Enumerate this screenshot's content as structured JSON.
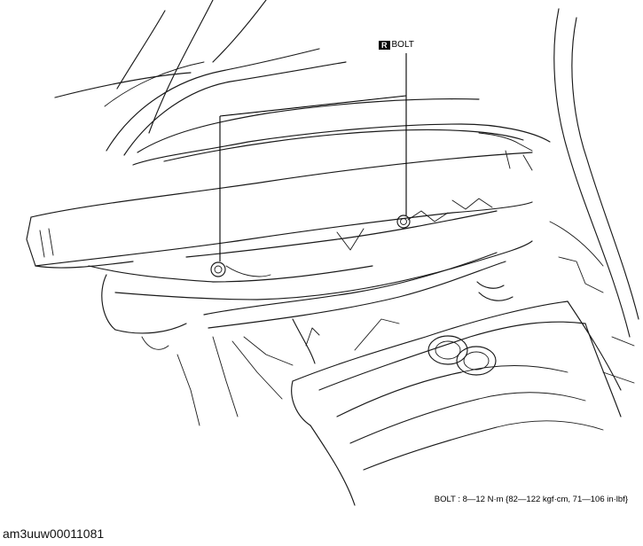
{
  "callout": {
    "badge": "R",
    "label": "BOLT"
  },
  "torque_spec": "BOLT : 8—12 N·m {82—122 kgf·cm, 71—106 in·lbf}",
  "figure_id": "am3uuw00011081"
}
